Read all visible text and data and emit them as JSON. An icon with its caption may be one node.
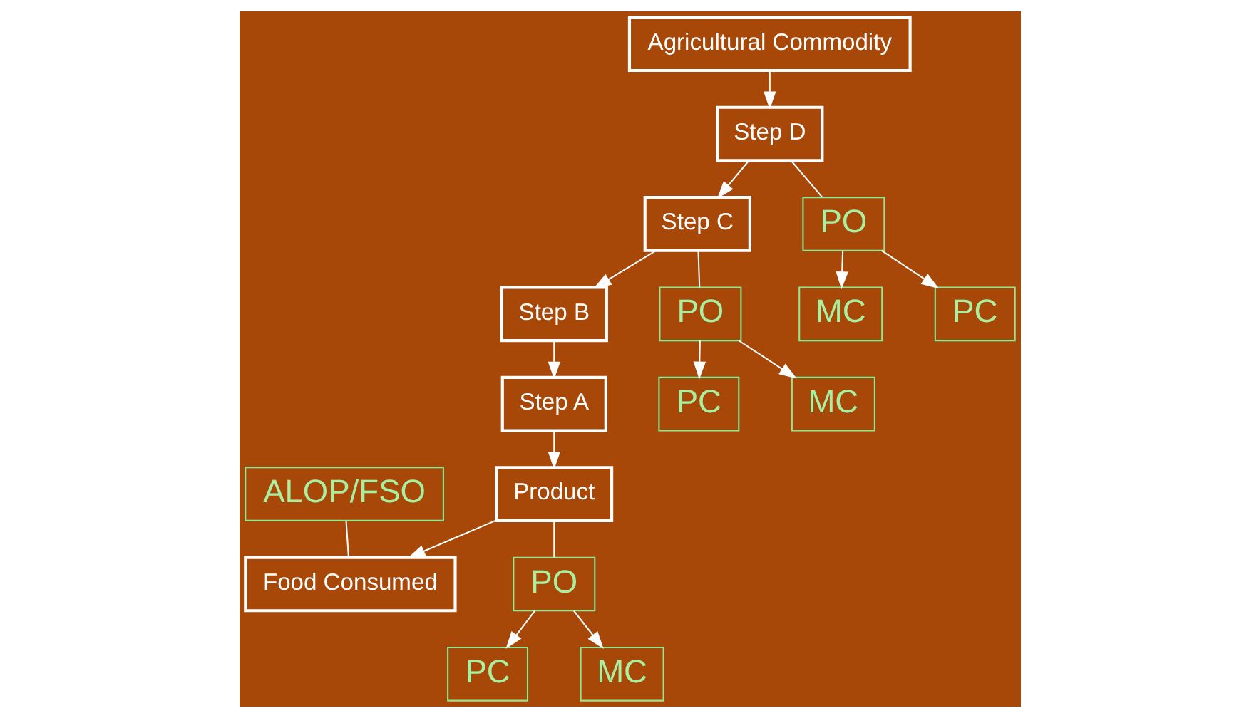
{
  "diagram": {
    "nodes": [
      {
        "text": [
          "Agricultural Commodity"
        ]
      },
      {
        "text": [
          "Step D"
        ]
      },
      {
        "text": [
          "Step C"
        ]
      },
      {
        "text": [
          "Step B"
        ]
      },
      {
        "text": [
          "Step A"
        ]
      },
      {
        "text": [
          "Product"
        ]
      },
      {
        "text": [
          "Food Consumed"
        ]
      },
      {
        "text": [
          "PO"
        ]
      },
      {
        "text": [
          "PC"
        ]
      },
      {
        "text": [
          "MC"
        ]
      },
      {
        "text": [
          "PO"
        ]
      },
      {
        "text": [
          "MC"
        ]
      },
      {
        "text": [
          "PC"
        ]
      },
      {
        "text": [
          "PO"
        ]
      },
      {
        "text": [
          "PC"
        ]
      },
      {
        "text": [
          "MC"
        ]
      },
      {
        "text": [
          "ALOP/FSO"
        ]
      }
    ],
    "edges": [
      {
        "from": 0,
        "to": 1,
        "arrow": "to"
      },
      {
        "from": 1,
        "to": 2,
        "arrow": "to"
      },
      {
        "from": 2,
        "to": 3,
        "arrow": "to"
      },
      {
        "from": 3,
        "to": 4,
        "arrow": "to"
      },
      {
        "from": 4,
        "to": 5,
        "arrow": "to"
      },
      {
        "from": 5,
        "to": 6,
        "arrow": "to"
      },
      {
        "from": 1,
        "to": 10,
        "arrow": "none"
      },
      {
        "from": 10,
        "to": 11,
        "arrow": "to"
      },
      {
        "from": 10,
        "to": 12,
        "arrow": "to"
      },
      {
        "from": 2,
        "to": 7,
        "arrow": "none"
      },
      {
        "from": 7,
        "to": 8,
        "arrow": "to"
      },
      {
        "from": 7,
        "to": 9,
        "arrow": "to"
      },
      {
        "from": 5,
        "to": 13,
        "arrow": "none"
      },
      {
        "from": 13,
        "to": 14,
        "arrow": "to"
      },
      {
        "from": 13,
        "to": 15,
        "arrow": "to"
      },
      {
        "from": 16,
        "to": 6,
        "arrow": "none"
      }
    ]
  }
}
